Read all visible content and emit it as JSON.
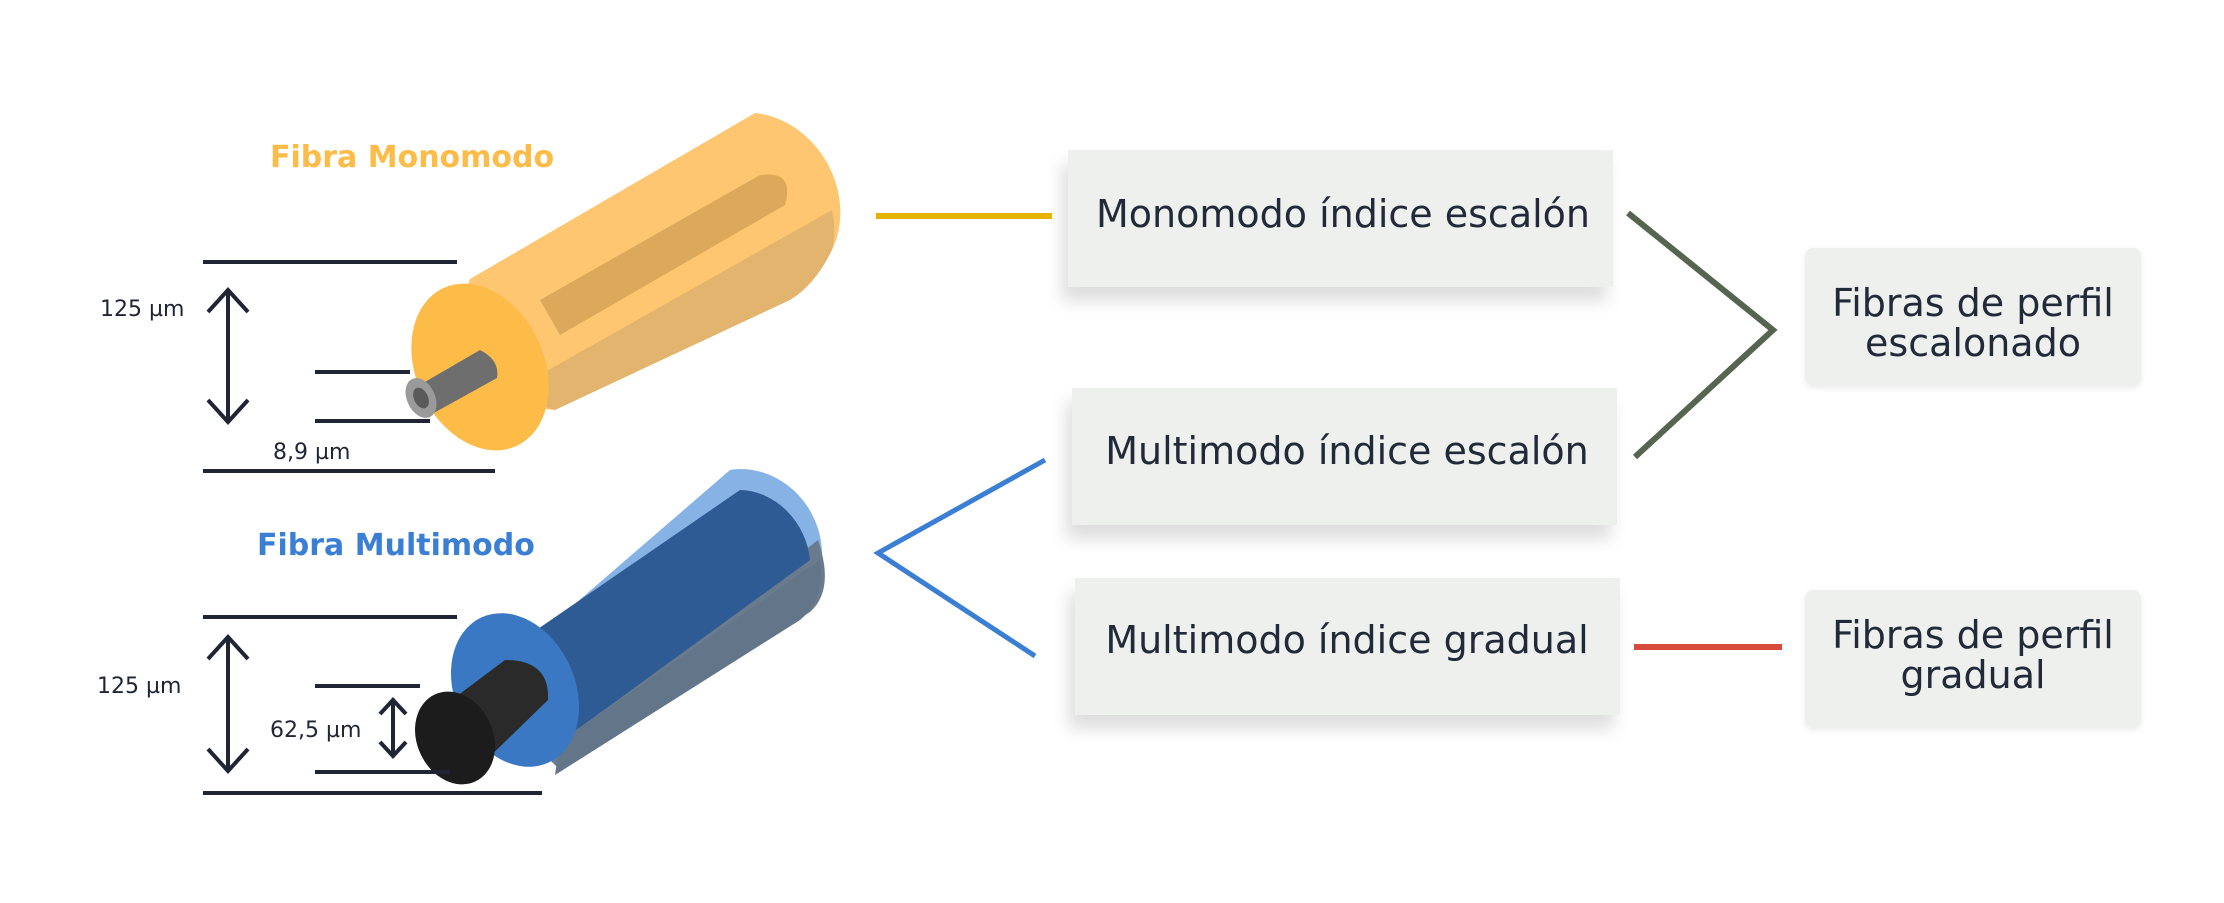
{
  "fibers": {
    "monomode": {
      "title": "Fibra Monomodo",
      "outer_dimension": "125 µm",
      "core_dimension": "8,9 µm"
    },
    "multimode": {
      "title": "Fibra Multimodo",
      "outer_dimension": "125 µm",
      "core_dimension": "62,5 µm"
    }
  },
  "types": [
    "Monomodo índice escalón",
    "Multimodo índice escalón",
    "Multimodo índice gradual"
  ],
  "profiles": {
    "step": [
      "Fibras de perfil",
      "escalonado"
    ],
    "graded": [
      "Fibras de perfil",
      "gradual"
    ]
  },
  "colors": {
    "monomode_title": "#fdbb48",
    "multimode_title": "#3b7fd4",
    "monomode_connector": "#e6b400",
    "multimode_connector": "#3b7fd4",
    "step_connector": "#56654f",
    "graded_connector": "#d84a3a",
    "dimension_lines": "#1f2535",
    "box_fill": "#edf0ed"
  }
}
